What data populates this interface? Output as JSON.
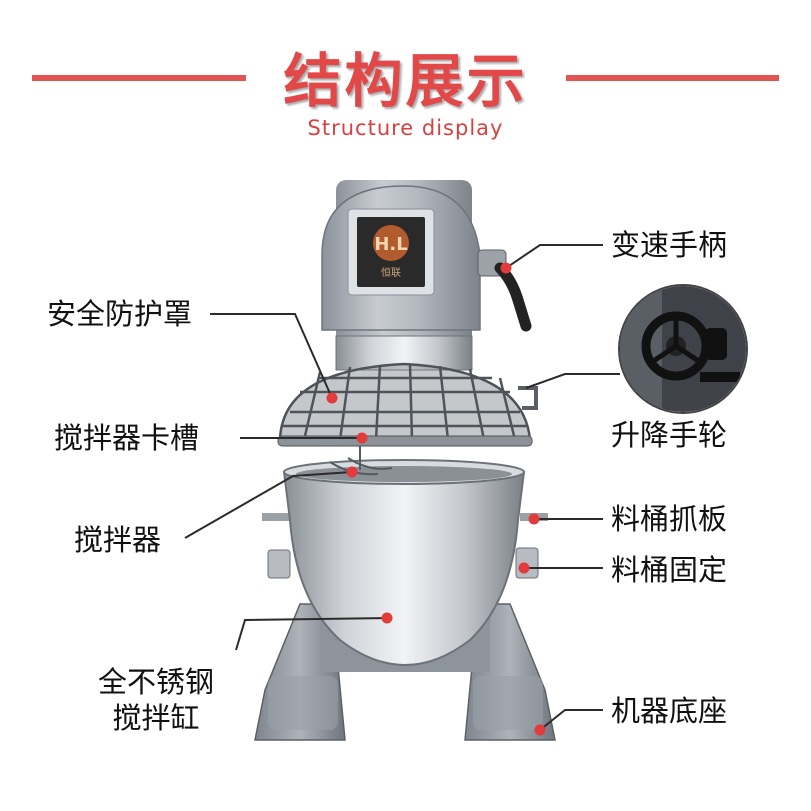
{
  "header": {
    "title_cn": "结构展示",
    "title_en": "Structure display",
    "accent_color": "#e25353"
  },
  "badge": {
    "brand_text": "恒联"
  },
  "labels": {
    "speed_handle": "变速手柄",
    "safety_cover": "安全防护罩",
    "lift_wheel": "升降手轮",
    "mixer_slot": "搅拌器卡槽",
    "bowl_clamp_plate": "料桶抓板",
    "mixer": "搅拌器",
    "bowl_fix": "料桶固定",
    "bowl_line1": "全不锈钢",
    "bowl_line2": "搅拌缸",
    "machine_base": "机器底座"
  },
  "marker_color": "#e23b3b",
  "icons": [
    "hand-wheel-icon"
  ]
}
